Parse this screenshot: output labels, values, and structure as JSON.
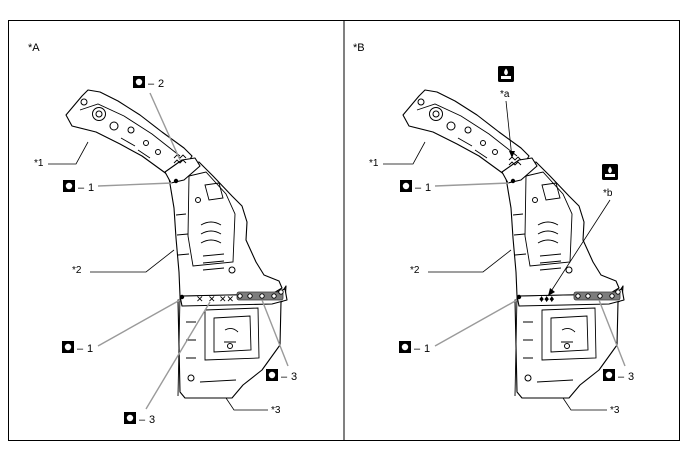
{
  "panels": [
    {
      "label": "*A",
      "callouts": {
        "part1": "*1",
        "part2": "*2",
        "part3": "*3",
        "weld_top": "2",
        "weld_mid": "1",
        "weld_low_left": "1",
        "weld_bottom": "3",
        "weld_right": "3"
      },
      "dash": "–"
    },
    {
      "label": "*B",
      "callouts": {
        "part1": "*1",
        "part2": "*2",
        "part3": "*3",
        "weld_mid": "1",
        "weld_low_left": "1",
        "weld_right": "3",
        "brazing_a": "*a",
        "brazing_b": "*b"
      },
      "dash": "–"
    }
  ],
  "icons": [
    "spot-weld-symbol-icon",
    "brazing-symbol-icon"
  ],
  "colors": {
    "border": "#000000",
    "weld_fill": "#7d7d7d",
    "leader_gray": "#9a9a9a"
  }
}
